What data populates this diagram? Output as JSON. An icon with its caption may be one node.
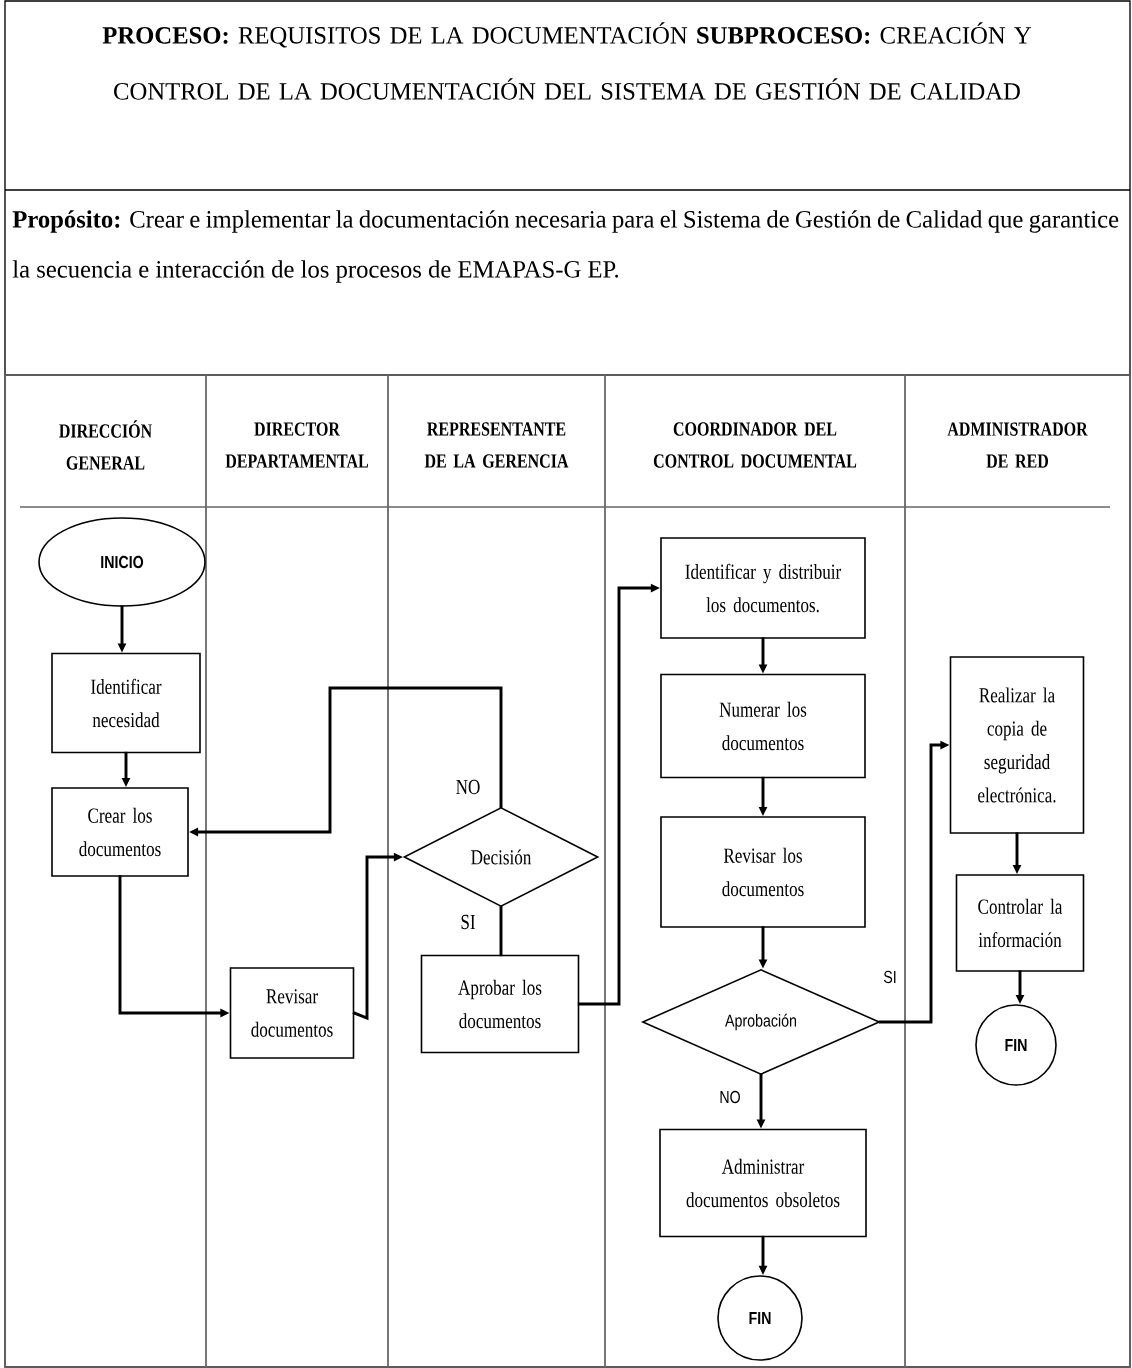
{
  "diagram": {
    "title": "**PROCESO:** REQUISITOS DE LA DOCUMENTACIÓN **SUBPROCESO:** CREACIÓN Y CONTROL DE LA DOCUMENTACIÓN DEL SISTEMA DE GESTIÓN DE CALIDAD",
    "nodes": [
      {
        "text": [
          "DIRECCIÓN GENERAL"
        ]
      },
      {
        "text": [
          "DIRECTOR DEPARTAMENTAL"
        ]
      },
      {
        "text": [
          "REPRESENTANTE DE LA GERENCIA"
        ]
      },
      {
        "text": [
          "COORDINADOR DEL CONTROL DOCUMENTAL"
        ]
      },
      {
        "text": [
          "ADMINISTRADOR DE RED"
        ]
      },
      {
        "text": [
          "INICIO"
        ],
        "in": 0
      },
      {
        "text": [
          "Identificar necesidad"
        ],
        "in": 0
      },
      {
        "text": [
          "Crear los documentos"
        ],
        "in": 0
      },
      {
        "text": [
          "Revisar documentos"
        ],
        "in": 1
      },
      {
        "text": [
          "Decisión"
        ],
        "in": 2
      },
      {
        "text": [
          "Aprobar los documentos"
        ],
        "in": 2
      },
      {
        "text": [
          "Identificar y distribuir los documentos."
        ],
        "in": 3
      },
      {
        "text": [
          "Numerar los documentos"
        ],
        "in": 3
      },
      {
        "text": [
          "Revisar los documentos"
        ],
        "in": 3
      },
      {
        "text": [
          "Aprobación"
        ],
        "in": 3
      },
      {
        "text": [
          "Administrar documentos obsoletos"
        ],
        "in": 3
      },
      {
        "text": [
          "FIN"
        ],
        "in": 3
      },
      {
        "text": [
          "Realizar la copia de seguridad electrónica."
        ],
        "in": 4
      },
      {
        "text": [
          "Controlar la información"
        ],
        "in": 4
      },
      {
        "text": [
          "FIN"
        ],
        "in": 4
      }
    ],
    "edges": [
      {
        "from": 5,
        "to": 6,
        "arrow": "to"
      },
      {
        "from": 6,
        "to": 7,
        "arrow": "to"
      },
      {
        "from": 7,
        "to": 8,
        "arrow": "to"
      },
      {
        "from": 8,
        "to": 9,
        "arrow": "to"
      },
      {
        "from": 9,
        "to": 7,
        "arrow": "to",
        "label": "NO"
      },
      {
        "from": 9,
        "to": 10,
        "arrow": "none",
        "label": "SI"
      },
      {
        "from": 10,
        "to": 11,
        "arrow": "to"
      },
      {
        "from": 11,
        "to": 12,
        "arrow": "to"
      },
      {
        "from": 12,
        "to": 13,
        "arrow": "to"
      },
      {
        "from": 13,
        "to": 14,
        "arrow": "to"
      },
      {
        "from": 14,
        "to": 17,
        "arrow": "to",
        "label": "SI"
      },
      {
        "from": 14,
        "to": 15,
        "arrow": "to",
        "label": "NO"
      },
      {
        "from": 15,
        "to": 16,
        "arrow": "to"
      },
      {
        "from": 17,
        "to": 18,
        "arrow": "to"
      },
      {
        "from": 18,
        "to": 19,
        "arrow": "to"
      }
    ],
    "labels": [
      "**Propósito:** Crear e implementar la documentación necesaria para el Sistema de Gestión de Calidad que garantice la secuencia e interacción de los procesos de EMAPAS-G EP."
    ]
  }
}
